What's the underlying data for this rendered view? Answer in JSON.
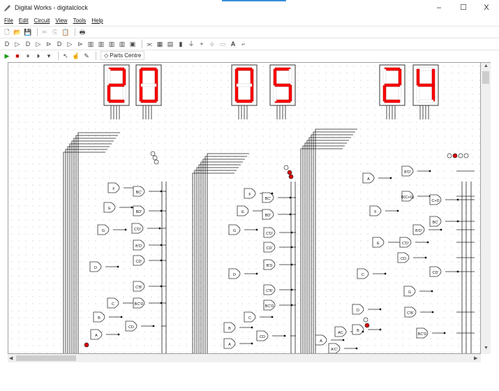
{
  "window": {
    "title": "Digital Works - digitalclock",
    "minimize": "–",
    "maximize": "☐",
    "close": "X"
  },
  "menu": {
    "items": [
      "File",
      "Edit",
      "Circuit",
      "View",
      "Tools",
      "Help"
    ]
  },
  "toolbar": {
    "parts_centre_label": "Parts Centre",
    "text_tool": "A"
  },
  "clock": {
    "digits": [
      "2",
      "0",
      "0",
      "5",
      "2",
      "4"
    ]
  },
  "gate_labels": {
    "left": [
      "F",
      "E",
      "G",
      "D",
      "C",
      "B",
      "A"
    ],
    "left_outputs": [
      "BC'",
      "BD'",
      "C'D'",
      "B'D'",
      "CD'",
      "C'B'",
      "BC'D",
      "CD"
    ],
    "middle": [
      "F",
      "E",
      "G",
      "D",
      "C",
      "B",
      "A"
    ],
    "middle_outputs": [
      "BC'",
      "BD'",
      "C'D'",
      "CD'",
      "B'D",
      "C'B'",
      "BC'D",
      "CD"
    ],
    "right": [
      "A",
      "F",
      "E",
      "C",
      "D",
      "G",
      "B",
      "A"
    ],
    "right_outputs": [
      "B'D'",
      "B(C+D)",
      "C+D",
      "BC'",
      "B'D'",
      "C'D'",
      "CD",
      "CD'",
      "C'B'",
      "BC'D",
      "AC",
      "A'C'"
    ]
  },
  "colors": {
    "segment_on": "#ff0000",
    "segment_off": "#ffffff",
    "led_on": "#dd0000",
    "wire": "#222222"
  }
}
